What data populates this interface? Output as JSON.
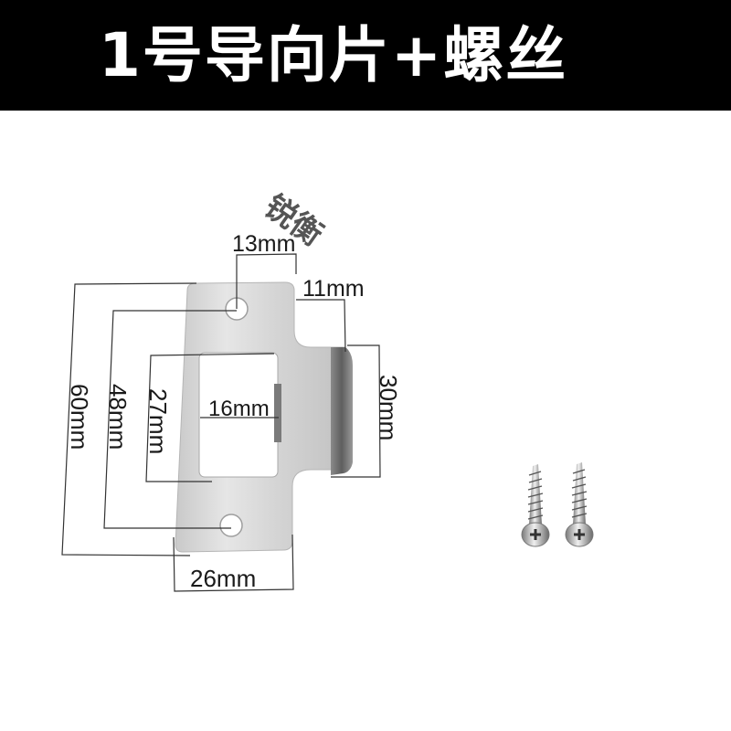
{
  "header": {
    "title": "1号导向片+螺丝",
    "background": "#000000",
    "color": "#ffffff"
  },
  "product": {
    "name": "strike-plate",
    "material_color": "#d8d8d8",
    "watermark": "锐衡"
  },
  "dimensions": {
    "top_hole_offset": "13mm",
    "tab_depth": "11mm",
    "tab_height": "30mm",
    "total_height": "60mm",
    "hole_spacing": "48mm",
    "opening_height": "27mm",
    "opening_width": "16mm",
    "plate_width": "26mm"
  },
  "accessories": {
    "screws_count": 2,
    "label": "screws"
  }
}
